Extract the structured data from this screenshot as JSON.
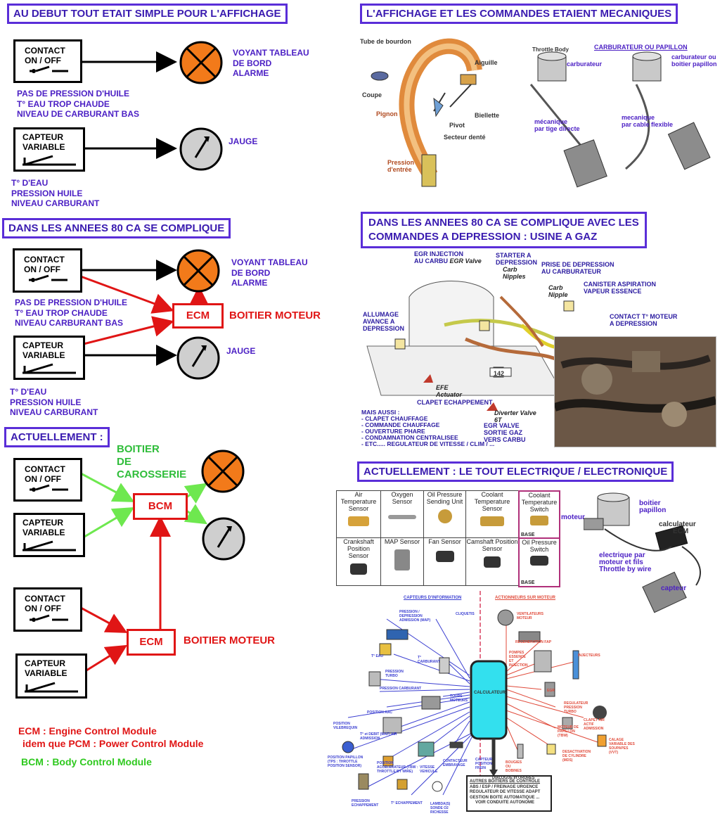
{
  "left": {
    "s1": {
      "title": "AU DEBUT TOUT ETAIT SIMPLE POUR L'AFFICHAGE",
      "contact_label_1": "CONTACT",
      "contact_label_2": "ON / OFF",
      "lamp_text_1": "VOYANT TABLEAU",
      "lamp_text_2": "DE BORD",
      "lamp_text_3": "ALARME",
      "contact_desc_1": "PAS DE PRESSION D'HUILE",
      "contact_desc_2": "T° EAU TROP CHAUDE",
      "contact_desc_3": "NIVEAU DE CARBURANT BAS",
      "sensor_label_1": "CAPTEUR",
      "sensor_label_2": "VARIABLE",
      "gauge_text": "JAUGE",
      "sensor_desc_1": "T° D'EAU",
      "sensor_desc_2": "PRESSION HUILE",
      "sensor_desc_3": "NIVEAU CARBURANT"
    },
    "s2": {
      "title": "DANS LES ANNEES 80 CA SE COMPLIQUE",
      "contact_label_1": "CONTACT",
      "contact_label_2": "ON / OFF",
      "lamp_text_1": "VOYANT TABLEAU",
      "lamp_text_2": "DE BORD",
      "lamp_text_3": "ALARME",
      "contact_desc_1": "PAS DE PRESSION D'HUILE",
      "contact_desc_2": "T° EAU TROP CHAUDE",
      "contact_desc_3": "NIVEAU CARBURANT BAS",
      "ecm": "ECM",
      "ecm_text": "BOITIER MOTEUR",
      "sensor_label_1": "CAPTEUR",
      "sensor_label_2": "VARIABLE",
      "gauge_text": "JAUGE",
      "sensor_desc_1": "T° D'EAU",
      "sensor_desc_2": "PRESSION HUILE",
      "sensor_desc_3": "NIVEAU CARBURANT"
    },
    "s3": {
      "title": "ACTUELLEMENT :",
      "contact_label_1": "CONTACT",
      "contact_label_2": "ON / OFF",
      "sensor_label_1": "CAPTEUR",
      "sensor_label_2": "VARIABLE",
      "body_box_1": "BOITIER",
      "body_box_2": "DE",
      "body_box_3": "CAROSSERIE",
      "bcm": "BCM",
      "contact2_label_1": "CONTACT",
      "contact2_label_2": "ON / OFF",
      "sensor2_label_1": "CAPTEUR",
      "sensor2_label_2": "VARIABLE",
      "ecm": "ECM",
      "ecm_text": "BOITIER MOTEUR"
    },
    "legend": {
      "ecm_line": "ECM : Engine Control Module",
      "pcm_line": "idem que PCM : Power Control Module",
      "bcm_line": "BCM : Body Control Module"
    }
  },
  "right": {
    "r1": {
      "title": "L'AFFICHAGE ET LES COMMANDES ETAIENT MECANIQUES",
      "labels": {
        "tube": "Tube de bourdon",
        "aiguille": "Aiguille",
        "coupe": "Coupe",
        "pignon": "Pignon",
        "biellette": "Biellette",
        "pivot": "Pivot",
        "secteur": "Secteur denté",
        "pression_1": "Pression",
        "pression_2": "d'entrée",
        "throttle": "Throttle Body",
        "carb_title": "CARBURATEUR OU PAPILLON",
        "carburateur": "carburateur",
        "carb_or_1": "carburateur ou",
        "carb_or_2": "boitier papillon",
        "meca1_1": "mécanique",
        "meca1_2": "par tige directe",
        "meca2_1": "mecanique",
        "meca2_2": "par cable flexible"
      }
    },
    "r2": {
      "title_1": "DANS LES ANNEES 80 CA SE COMPLIQUE AVEC LES",
      "title_2": "COMMANDES A DEPRESSION : USINE A GAZ",
      "labels": {
        "egr_inj_1": "EGR INJECTION",
        "egr_inj_2": "AU CARBU",
        "egr_valve": "EGR Valve",
        "starter_1": "STARTER A",
        "starter_2": "DEPRESSION",
        "carb_nipples_1": "Carb",
        "carb_nipples_2": "Nipples",
        "prise_1": "PRISE DE DEPRESSION",
        "prise_2": "AU CARBURATEUR",
        "carb_nipple_1": "Carb",
        "carb_nipple_2": "Nipple",
        "canister_1": "CANISTER ASPIRATION",
        "canister_2": "VAPEUR ESSENCE",
        "allumage_1": "ALLUMAGE",
        "allumage_2": "AVANCE A",
        "allumage_3": "DEPRESSION",
        "contact_1": "CONTACT T° MOTEUR",
        "contact_2": "A DEPRESSION",
        "efe_1": "EFE",
        "efe_2": "Actuator",
        "clapet": "CLAPET ECHAPPEMENT",
        "num142": "142",
        "diverter_1": "Diverter Valve",
        "diverter_2": "6T",
        "egrv_1": "EGR VALVE",
        "egrv_2": "SORTIE GAZ",
        "egrv_3": "VERS CARBU",
        "mais_0": "MAIS AUSSI :",
        "mais_1": "- CLAPET CHAUFFAGE",
        "mais_2": "- COMMANDE CHAUFFAGE",
        "mais_3": "- OUVERTURE PHARE",
        "mais_4": "- CONDAMNATION CENTRALISEE",
        "mais_5": "- ETC.....  REGULATEUR DE VITESSE / CLIM / ..."
      }
    },
    "r3": {
      "title": "ACTUELLEMENT : LE TOUT ELECTRIQUE / ELECTRONIQUE",
      "sensors": [
        "Air Temperature Sensor",
        "Oxygen Sensor",
        "Oil Pressure Sending Unit",
        "Coolant Temperature Sensor",
        "Coolant Temperature Switch",
        "Crankshaft Position Sensor",
        "MAP Sensor",
        "Fan Sensor",
        "Camshaft Position Sensor",
        "Oil Pressure Switch"
      ],
      "base_1": "BASE",
      "base_2": "BASE",
      "moteur": "moteur",
      "boitier_1": "boitier",
      "boitier_2": "papillon",
      "calc_1": "calculateur",
      "calc_2": "ECM",
      "elec_1": "electrique par",
      "elec_2": "moteur et fils",
      "elec_3": "Throttle by wire",
      "capteur": "capteur",
      "hdr_capteurs": "CAPTEURS D'INFORMATION",
      "hdr_actionneurs": "ACTIONNEURS SUR MOTEUR",
      "calculateur": "CALCULATEUR",
      "autres_title": "AUTRES BOITIERS DE CONTROLE",
      "autres_1": "ABS / ESP / FREINAGE URGENCE",
      "autres_2": "REGULATEUR DE VITESSE ADAPT",
      "autres_3": "GESTION BOITE AUTOMATIQUE ...",
      "autres_4": "VOIR CONDUITE AUTONOME",
      "dialogue": "DIALOGUE et ORDRES",
      "items_left": [
        "PRESSION / DEPRESSION ADMISSION (MAP)",
        "CLIQUETIS",
        "T° EAU",
        "T° CARBURANT",
        "PRESSION TURBO",
        "PRESSION CARBURANT",
        "TOURS MOTEURS",
        "POSITION AAC",
        "POSITION VILEBREQUIN",
        "T° et DEBIT (MAF) AIR ADMISSION",
        "POSITION PAPILLON (TPS : THROTTLE POSITION SENSOR)",
        "POSITION ACCELERATEUR (TBW : THROTTLE BY WIRE)",
        "VITESSE VEHICULE",
        "CONTACTEUR EMBRAYAGE",
        "CAPTEUR POSITION FREIN",
        "PRESSION ECHAPPEMENT",
        "T° ECHAPPEMENT",
        "LAMBDA(S) SONDE O2 RICHESSE"
      ],
      "items_right": [
        "VENTILATEURS MOTEUR",
        "REGENERATION FAP",
        "POMPES ESSENCE ET INJECTION",
        "INJECTEURS",
        "EGR",
        "REGULATEUR PRESSION TURBO",
        "CLAPET AIR ACTIF ADMISSION",
        "MOTEUR DE PAPILLON (TBW)",
        "CALAGE VARIABLE DES SOUPAPES (VVT)",
        "DESACTIVATION DE CYLINDRE (MDS)",
        "BOUGIES OU BOBINES"
      ]
    }
  },
  "colors": {
    "title_border": "#5a2ed8",
    "purple_text": "#4b1fc4",
    "red": "#e01515",
    "green": "#2fbd3a",
    "lamp_orange": "#f27a1a",
    "gauge_grey": "#cfcfcf"
  }
}
